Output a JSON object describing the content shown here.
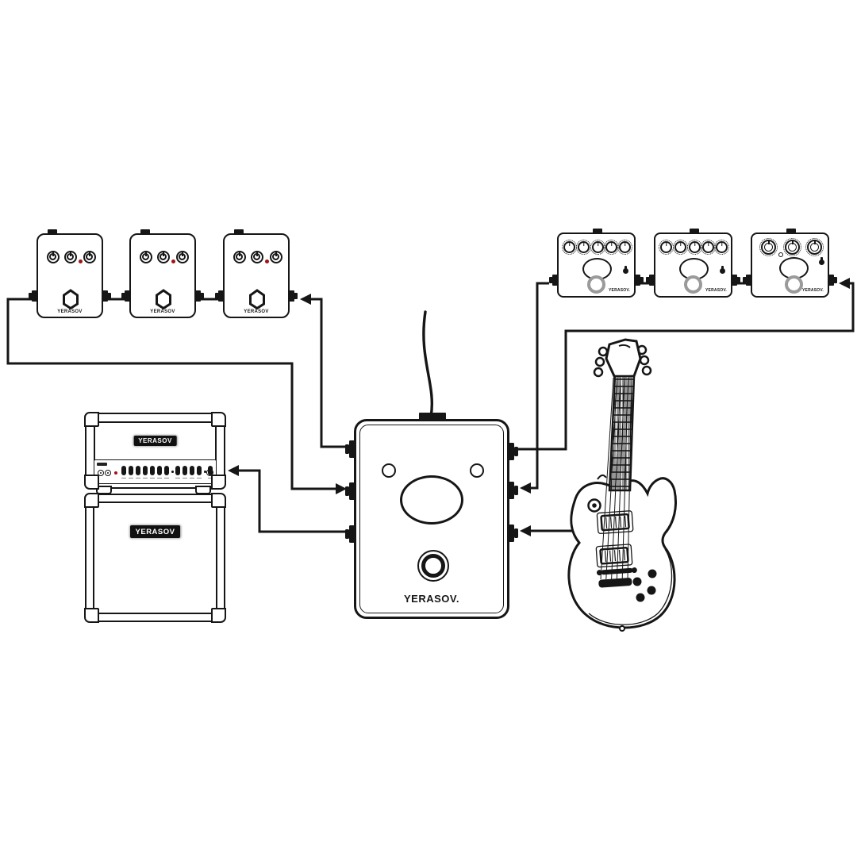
{
  "diagram_subject": "guitar-effects-loop-switcher-wiring",
  "colors": {
    "ink": "#161616",
    "led_red": "#a01313",
    "footswitch_ring_gray": "#9a9a9a",
    "badge_bg": "#111111",
    "badge_text": "#ffffff"
  },
  "labels": {
    "analog_pedal": "YERASOV",
    "digital_pedal": "YERASOV.",
    "switcher": "YERASOV.",
    "amp_head": "YERASOV",
    "amp_cab": "YERASOV"
  }
}
